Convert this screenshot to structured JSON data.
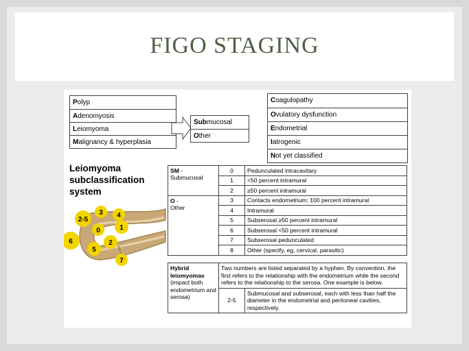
{
  "title": "FIGO STAGING",
  "left_list": [
    {
      "initial": "P",
      "rest": "olyp"
    },
    {
      "initial": "A",
      "rest": "denomyosis"
    },
    {
      "initial": "L",
      "rest": "eiomyoma"
    },
    {
      "initial": "M",
      "rest": "alignancy & hyperplasia"
    }
  ],
  "middle_list": [
    {
      "initial": "Sub",
      "rest": "mucosal"
    },
    {
      "initial": "O",
      "rest": "ther"
    }
  ],
  "right_list": [
    {
      "initial": "C",
      "rest": "oagulopathy"
    },
    {
      "initial": "O",
      "rest": "vulatory dysfunction"
    },
    {
      "initial": "E",
      "rest": "ndometrial"
    },
    {
      "initial": "I",
      "rest": "atrogenic"
    },
    {
      "initial": "N",
      "rest": "ot yet classified"
    }
  ],
  "subclass_heading": [
    "Leiomyoma",
    "subclassification",
    "system"
  ],
  "subclass_table": {
    "groups": [
      {
        "code": "SM",
        "name": "Submucosal",
        "rows": [
          {
            "n": "0",
            "desc": "Pedunculated intracavitary"
          },
          {
            "n": "1",
            "desc": "<50 percent intramural"
          },
          {
            "n": "2",
            "desc": "≥50 percent intramural"
          }
        ]
      },
      {
        "code": "O",
        "name": "Other",
        "rows": [
          {
            "n": "3",
            "desc": "Contacts endometrium; 100 percent intramural"
          },
          {
            "n": "4",
            "desc": "Intramural"
          },
          {
            "n": "5",
            "desc": "Subserosal ≥50 percent intramural"
          },
          {
            "n": "6",
            "desc": "Subserosal <50 percent intramural"
          },
          {
            "n": "7",
            "desc": "Subserosal pedunculated"
          },
          {
            "n": "8",
            "desc": "Other (specify, eg, cervical, parasitic)"
          }
        ]
      }
    ]
  },
  "hybrid": {
    "head_bold": "Hybrid leiomyomas",
    "head_rest": "(impact both endometrium and serosa)",
    "description": "Two numbers are listed separated by a hyphen. By convention, the first refers to the relationship with the endometrium while the second refers to the relationship to the serosa. One example is below.",
    "example_code": "2-5",
    "example_desc": "Submucosal and subserosal, each with less than half the diameter in the endometrial and peritoneal cavities, respectively."
  },
  "diagram_labels": [
    "2-5",
    "3",
    "4",
    "0",
    "1",
    "6",
    "2",
    "5",
    "7"
  ],
  "colors": {
    "title": "#4f5f44",
    "fibroid": "#f3d400",
    "uterus": "#c8a876",
    "background": "#d9d9d9"
  }
}
